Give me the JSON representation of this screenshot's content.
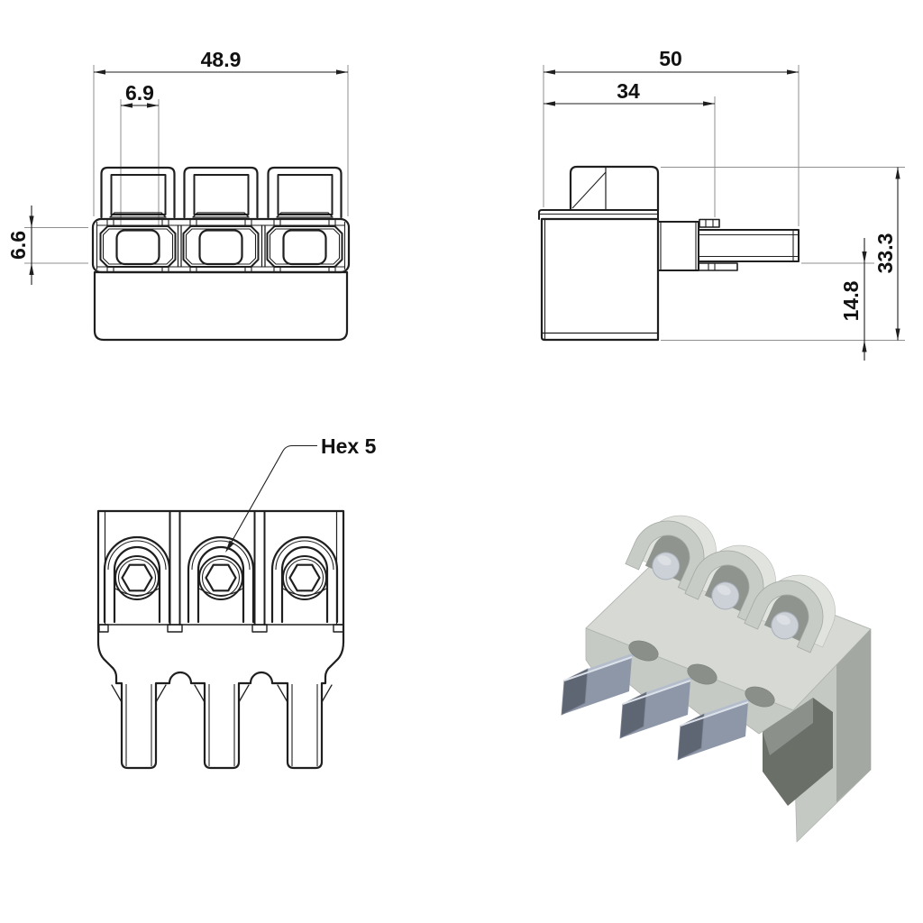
{
  "page": {
    "background": "#ffffff"
  },
  "drawing": {
    "type": "technical-drawing",
    "part": "3-pole screw terminal block with solder pins",
    "views": [
      "front",
      "side",
      "bottom",
      "isometric"
    ],
    "dimensions": {
      "front_overall_width": "48.9",
      "front_clamp_opening_width": "6.9",
      "front_clamp_opening_height": "6.6",
      "side_overall_depth": "50",
      "side_body_depth": "34",
      "side_overall_height": "33.3",
      "side_pin_to_base_height": "14.8"
    },
    "callouts": {
      "hex_socket": "Hex 5"
    },
    "colors": {
      "line": "#1f1f1f",
      "extension_line": "#8f8f8f",
      "iso_body_top": "#d6d9d4",
      "iso_body_front": "#c6cac5",
      "iso_body_shade": "#9ba09b",
      "iso_recess": "#6a6f68",
      "iso_clamp_highlight": "#e0e3de",
      "iso_screw": "#ccd1d7",
      "iso_pin_top": "#b4bdcb",
      "iso_pin_side": "#8e97a8",
      "iso_pin_end": "#5f6673"
    }
  }
}
